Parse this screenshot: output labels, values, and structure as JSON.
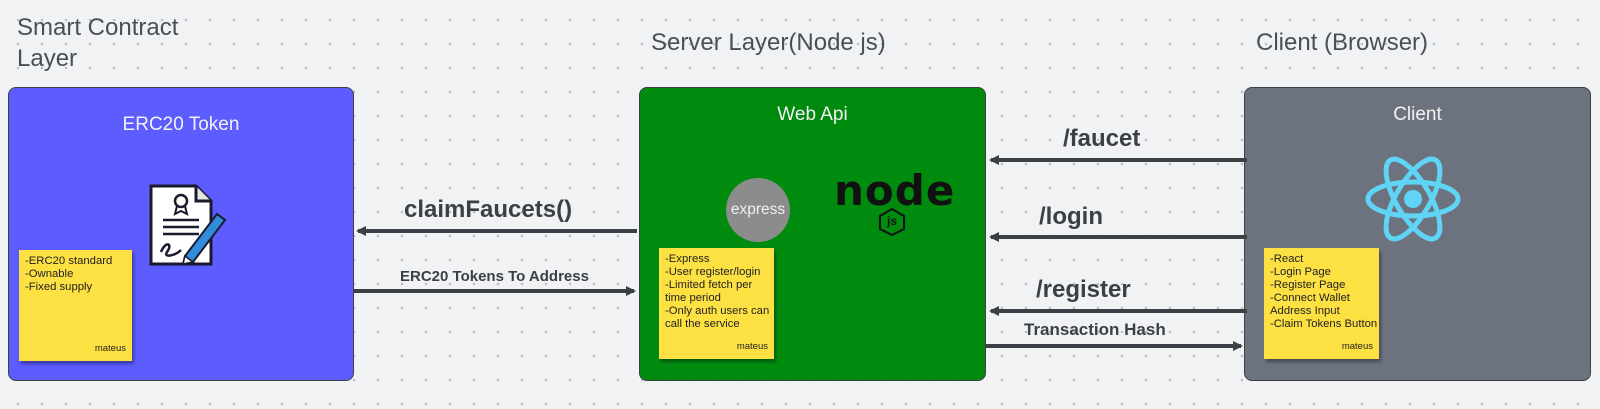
{
  "layers": {
    "contract_title": "Smart Contract Layer",
    "server_title": "Server Layer(Node js)",
    "client_title": "Client (Browser)"
  },
  "contract_panel": {
    "title": "ERC20 Token",
    "color": "#5c5cff",
    "icon": "contract-document-icon",
    "note": {
      "lines": [
        "-ERC20 standard",
        "-Ownable",
        "-Fixed supply"
      ],
      "author": "mateus"
    }
  },
  "server_panel": {
    "title": "Web Api",
    "color": "#008a0e",
    "express_logo": "express",
    "node_logo": "node",
    "node_badge": "js",
    "note": {
      "lines": [
        "-Express",
        "-User register/login",
        "-Limited fetch per",
        "time period",
        "-Only auth users can",
        "call the service"
      ],
      "author": "mateus"
    }
  },
  "client_panel": {
    "title": "Client",
    "color": "#6c727e",
    "icon": "react-logo-icon",
    "note": {
      "lines": [
        "-React",
        "-Login Page",
        "-Register Page",
        "-Connect Wallet",
        "Address Input",
        "-Claim Tokens Button"
      ],
      "author": "mateus"
    }
  },
  "arrows": {
    "claim": "claimFaucets()",
    "tokens": "ERC20 Tokens To Address",
    "faucet": "/faucet",
    "login": "/login",
    "register": "/register",
    "tx_hash": "Transaction Hash"
  }
}
